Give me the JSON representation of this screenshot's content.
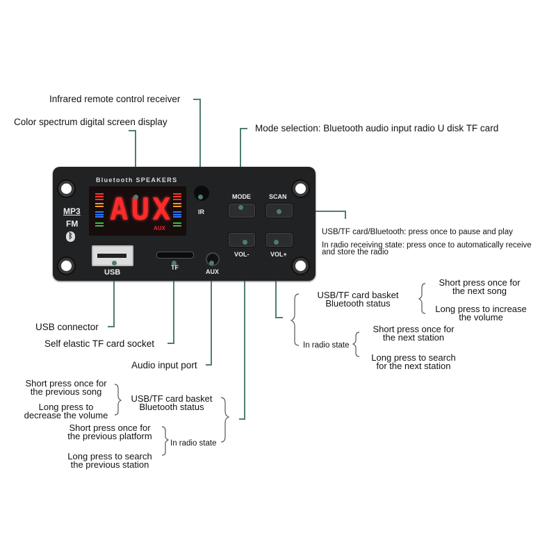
{
  "device": {
    "brand_text": "Bluetooth SPEAKERS",
    "display_text": "AUX",
    "display_sub": "AUX",
    "side_logo": [
      "MP3",
      "FM"
    ],
    "bluetooth_icon": "bluetooth-icon",
    "buttons": {
      "mode": "MODE",
      "scan": "SCAN",
      "vol_minus": "VOL-",
      "vol_plus": "VOL+"
    },
    "ports": {
      "ir": "IR",
      "usb": "USB",
      "tf": "TF",
      "aux": "AUX"
    },
    "spectrum_colors": [
      "#ff3434",
      "#ff9a2a",
      "#2f7bff",
      "#3fbf35"
    ]
  },
  "callout_color": "#4f7d70",
  "labels": {
    "ir_receiver": "Infrared remote control receiver",
    "display": "Color spectrum digital screen display",
    "mode": "Mode selection: Bluetooth audio input radio U disk TF card",
    "scan_line1": "USB/TF card/Bluetooth: press once to pause and play",
    "scan_line2a": "In radio receiving state: press once to automatically receive",
    "scan_line2b": "and store the radio",
    "usb": "USB connector",
    "tf": "Self elastic TF card socket",
    "aux": "Audio input port"
  },
  "vol_plus": {
    "basket_a": "USB/TF card basket",
    "basket_b": "Bluetooth status",
    "short_a": "Short press once for",
    "short_b": "the next song",
    "long_a": "Long press to increase",
    "long_b": "the volume",
    "radio": "In radio state",
    "radio_short_a": "Short press once for",
    "radio_short_b": "the next station",
    "radio_long_a": "Long press to search",
    "radio_long_b": "for the next station"
  },
  "vol_minus": {
    "basket_a": "USB/TF card basket",
    "basket_b": "Bluetooth status",
    "short_a": "Short press once for",
    "short_b": "the previous song",
    "long_a": "Long press to",
    "long_b": "decrease the volume",
    "radio": "In radio state",
    "radio_short_a": "Short press once for",
    "radio_short_b": "the previous platform",
    "radio_long_a": "Long press to search",
    "radio_long_b": "the previous station"
  }
}
